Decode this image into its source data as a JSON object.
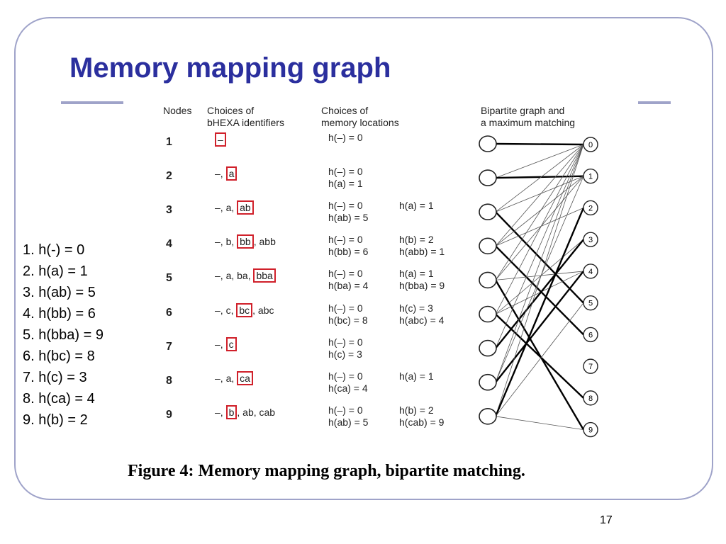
{
  "slide": {
    "title": "Memory mapping graph",
    "page_number": "17",
    "caption": "Figure 4: Memory mapping graph, bipartite matching."
  },
  "mapping_list": [
    "1. h(-) = 0",
    "2. h(a) = 1",
    "3. h(ab) = 5",
    "4. h(bb) = 6",
    "5. h(bba) = 9",
    "6. h(bc) = 8",
    "7. h(c) = 3",
    "8. h(ca) = 4",
    "9. h(b) = 2"
  ],
  "table": {
    "headers": {
      "nodes": "Nodes",
      "choices_ids": [
        "Choices of",
        "bHEXA identifiers"
      ],
      "choices_mem": [
        "Choices of",
        "memory locations"
      ],
      "bipartite": [
        "Bipartite graph and",
        "a maximum matching"
      ]
    },
    "rows": [
      {
        "node": "1",
        "pre": "",
        "boxed": "–",
        "post": "",
        "loc1": [
          "h(–) = 0",
          ""
        ],
        "loc2": [
          "",
          ""
        ]
      },
      {
        "node": "2",
        "pre": "–, ",
        "boxed": "a",
        "post": "",
        "loc1": [
          "h(–) = 0",
          "h(a) = 1"
        ],
        "loc2": [
          "",
          ""
        ]
      },
      {
        "node": "3",
        "pre": "–, a, ",
        "boxed": "ab",
        "post": "",
        "loc1": [
          "h(–) = 0",
          "h(ab) = 5"
        ],
        "loc2": [
          "h(a) = 1",
          ""
        ]
      },
      {
        "node": "4",
        "pre": "–, b, ",
        "boxed": "bb",
        "post": ", abb",
        "loc1": [
          "h(–) = 0",
          "h(bb) = 6"
        ],
        "loc2": [
          "h(b) = 2",
          "h(abb) = 1"
        ]
      },
      {
        "node": "5",
        "pre": "–, a, ba, ",
        "boxed": "bba",
        "post": "",
        "loc1": [
          "h(–) = 0",
          "h(ba) = 4"
        ],
        "loc2": [
          "h(a) = 1",
          "h(bba) = 9"
        ]
      },
      {
        "node": "6",
        "pre": "–, c, ",
        "boxed": "bc",
        "post": ", abc",
        "loc1": [
          "h(–) = 0",
          "h(bc) = 8"
        ],
        "loc2": [
          "h(c) = 3",
          "h(abc) = 4"
        ]
      },
      {
        "node": "7",
        "pre": "–, ",
        "boxed": "c",
        "post": "",
        "loc1": [
          "h(–) = 0",
          "h(c) = 3"
        ],
        "loc2": [
          "",
          ""
        ]
      },
      {
        "node": "8",
        "pre": "–, a, ",
        "boxed": "ca",
        "post": "",
        "loc1": [
          "h(–) = 0",
          "h(ca) = 4"
        ],
        "loc2": [
          "h(a) = 1",
          ""
        ]
      },
      {
        "node": "9",
        "pre": "–, ",
        "boxed": "b",
        "post": ", ab, cab",
        "loc1": [
          "h(–) = 0",
          "h(ab) = 5"
        ],
        "loc2": [
          "h(b) = 2",
          "h(cab) = 9"
        ]
      }
    ]
  },
  "graph": {
    "right_labels": [
      "0",
      "1",
      "2",
      "3",
      "4",
      "5",
      "6",
      "7",
      "8",
      "9"
    ],
    "edges": [
      [
        1,
        0
      ],
      [
        2,
        0
      ],
      [
        2,
        1
      ],
      [
        3,
        0
      ],
      [
        3,
        1
      ],
      [
        3,
        5
      ],
      [
        4,
        0
      ],
      [
        4,
        1
      ],
      [
        4,
        2
      ],
      [
        4,
        6
      ],
      [
        5,
        0
      ],
      [
        5,
        1
      ],
      [
        5,
        4
      ],
      [
        5,
        9
      ],
      [
        6,
        0
      ],
      [
        6,
        3
      ],
      [
        6,
        4
      ],
      [
        6,
        8
      ],
      [
        7,
        0
      ],
      [
        7,
        3
      ],
      [
        8,
        0
      ],
      [
        8,
        1
      ],
      [
        8,
        4
      ],
      [
        9,
        0
      ],
      [
        9,
        2
      ],
      [
        9,
        5
      ],
      [
        9,
        9
      ]
    ],
    "matching": [
      [
        1,
        0
      ],
      [
        2,
        1
      ],
      [
        3,
        5
      ],
      [
        4,
        6
      ],
      [
        5,
        9
      ],
      [
        6,
        8
      ],
      [
        7,
        3
      ],
      [
        8,
        4
      ],
      [
        9,
        2
      ]
    ]
  }
}
